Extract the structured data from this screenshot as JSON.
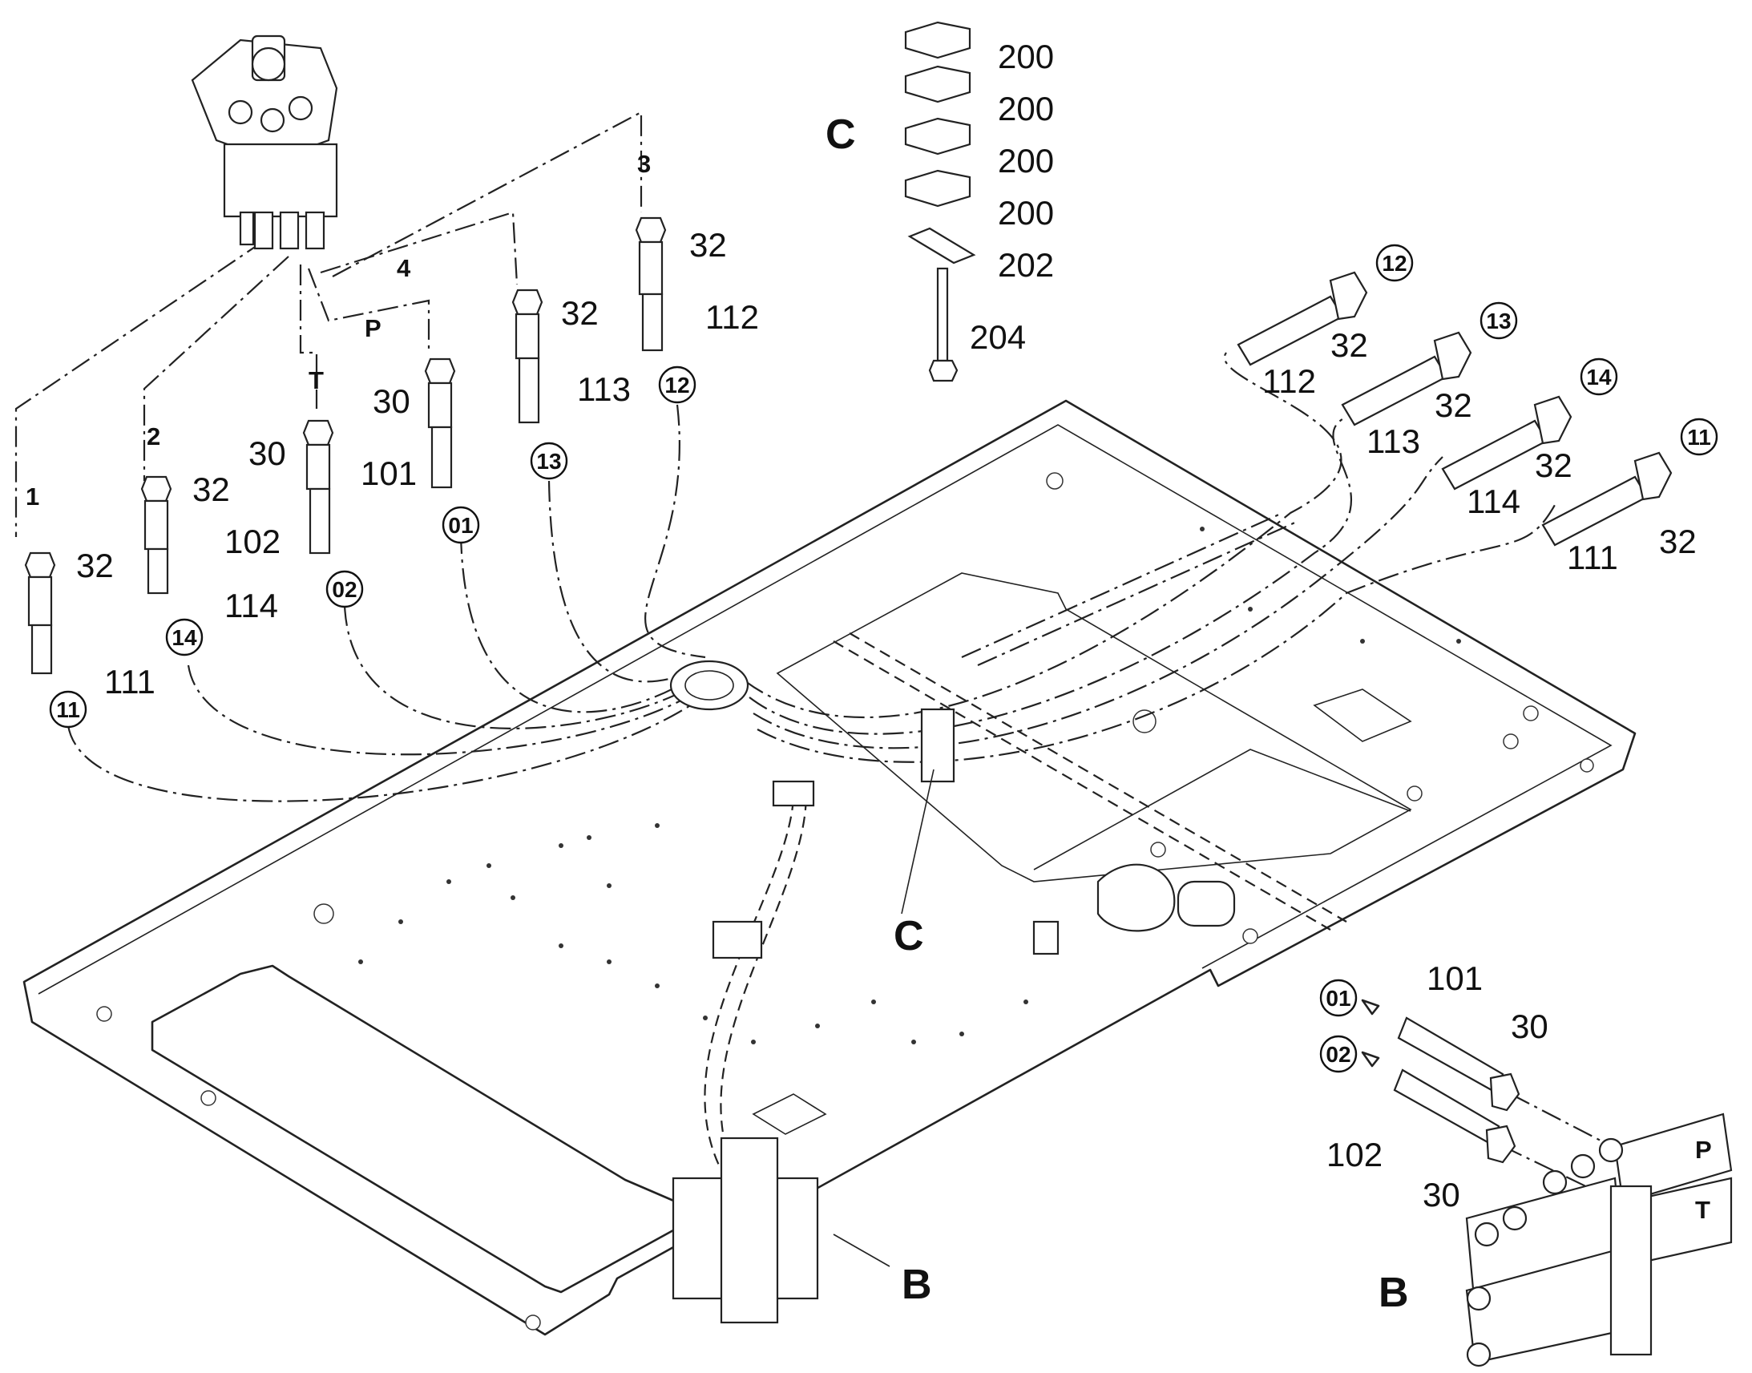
{
  "group_c": {
    "title": "C",
    "parts": [
      "200",
      "200",
      "200",
      "200",
      "202",
      "204"
    ]
  },
  "left_hoses": {
    "ports": [
      "1",
      "2",
      "T",
      "P",
      "4",
      "3"
    ],
    "nut_labels": [
      "32",
      "32",
      "30",
      "30",
      "32",
      "32"
    ],
    "hose_labels": [
      "111",
      "114",
      "102",
      "101",
      "113",
      "112"
    ],
    "circle_ids": [
      "11",
      "14",
      "02",
      "01",
      "13",
      "12"
    ]
  },
  "right_hoses": {
    "circle_ids": [
      "12",
      "13",
      "14",
      "11"
    ],
    "hose_labels": [
      "112",
      "113",
      "114",
      "111"
    ],
    "nut_labels": [
      "32",
      "32",
      "32",
      "32"
    ]
  },
  "callouts": {
    "c_label": "C",
    "b_label": "B"
  },
  "detail_b": {
    "title": "B",
    "circle_ids": [
      "01",
      "02"
    ],
    "hose_labels": [
      "101",
      "102"
    ],
    "nut_labels": [
      "30",
      "30"
    ],
    "ports": [
      "P",
      "T"
    ]
  }
}
